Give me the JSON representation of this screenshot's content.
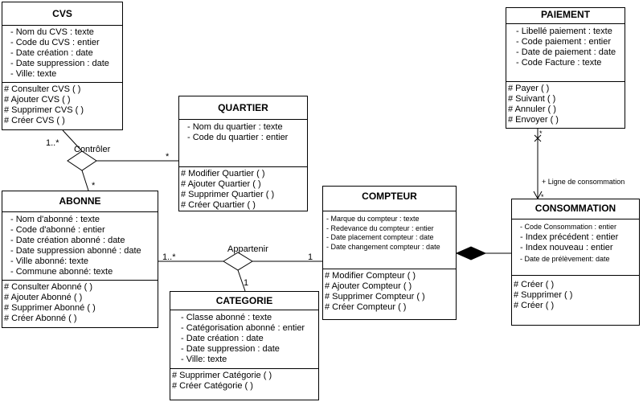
{
  "classes": {
    "cvs": {
      "title": "CVS",
      "attributes": [
        "- Nom du CVS : texte",
        "- Code du CVS : entier",
        "- Date création : date",
        "- Date suppression : date",
        "- Ville: texte"
      ],
      "operations": [
        "# Consulter CVS ( )",
        "# Ajouter CVS ( )",
        "# Supprimer CVS ( )",
        "# Créer CVS ( )"
      ]
    },
    "quartier": {
      "title": "QUARTIER",
      "attributes": [
        "- Nom du quartier : texte",
        "- Code du quartier : entier"
      ],
      "operations": [
        "# Modifier Quartier ( )",
        "# Ajouter Quartier ( )",
        "# Supprimer Quartier ( )",
        "# Créer Quartier ( )"
      ]
    },
    "abonne": {
      "title": "ABONNE",
      "attributes": [
        "- Nom d'abonné : texte",
        "- Code d'abonné : entier",
        "- Date création abonné : date",
        "- Date suppression abonné : date",
        "- Ville abonné: texte",
        "- Commune abonné: texte"
      ],
      "operations": [
        "# Consulter Abonné ( )",
        "# Ajouter Abonné ( )",
        "# Supprimer Abonné ( )",
        "# Créer Abonné ( )"
      ]
    },
    "categorie": {
      "title": "CATEGORIE",
      "attributes": [
        "- Classe abonné : texte",
        "- Catégorisation abonné : entier",
        "- Date création : date",
        "- Date suppression : date",
        "- Ville: texte"
      ],
      "operations": [
        "# Supprimer Catégorie ( )",
        "# Créer Catégorie ( )"
      ]
    },
    "compteur": {
      "title": "COMPTEUR",
      "attributes": [
        "- Marque du compteur : texte",
        "- Redevance du compteur : entier",
        "- Date placement compteur : date",
        "- Date changement compteur : date"
      ],
      "operations": [
        "# Modifier Compteur ( )",
        "# Ajouter Compteur  ( )",
        "# Supprimer Compteur  ( )",
        "# Créer Compteur  ( )"
      ]
    },
    "paiement": {
      "title": "PAIEMENT",
      "attributes": [
        "- Libellé paiement : texte",
        "- Code paiement : entier",
        "- Date de paiement : date",
        "- Code Facture : texte"
      ],
      "operations": [
        "# Payer ( )",
        "# Suivant ( )",
        "# Annuler ( )",
        "# Envoyer ( )"
      ]
    },
    "consommation": {
      "title": "CONSOMMATION",
      "attributes": [
        "- Code Consommation : entier",
        "- Index précédent : entier",
        "- Index nouveau : entier",
        "- Date de prélèvement: date"
      ],
      "operations": [
        "# Créer  ( )",
        "# Supprimer  ( )",
        "# Créer  ( )"
      ]
    }
  },
  "associations": {
    "controler": {
      "name": "Contrôler",
      "mult_cvs": "1..*",
      "mult_abonne": "*",
      "mult_quartier": "*"
    },
    "appartenir": {
      "name": "Appartenir",
      "mult_abonne": "1..*",
      "mult_compteur": "1",
      "mult_categorie": "1"
    },
    "ligne": {
      "name": "+ Ligne de consommation",
      "mult_paiement": "*",
      "mult_consommation": "*"
    }
  }
}
